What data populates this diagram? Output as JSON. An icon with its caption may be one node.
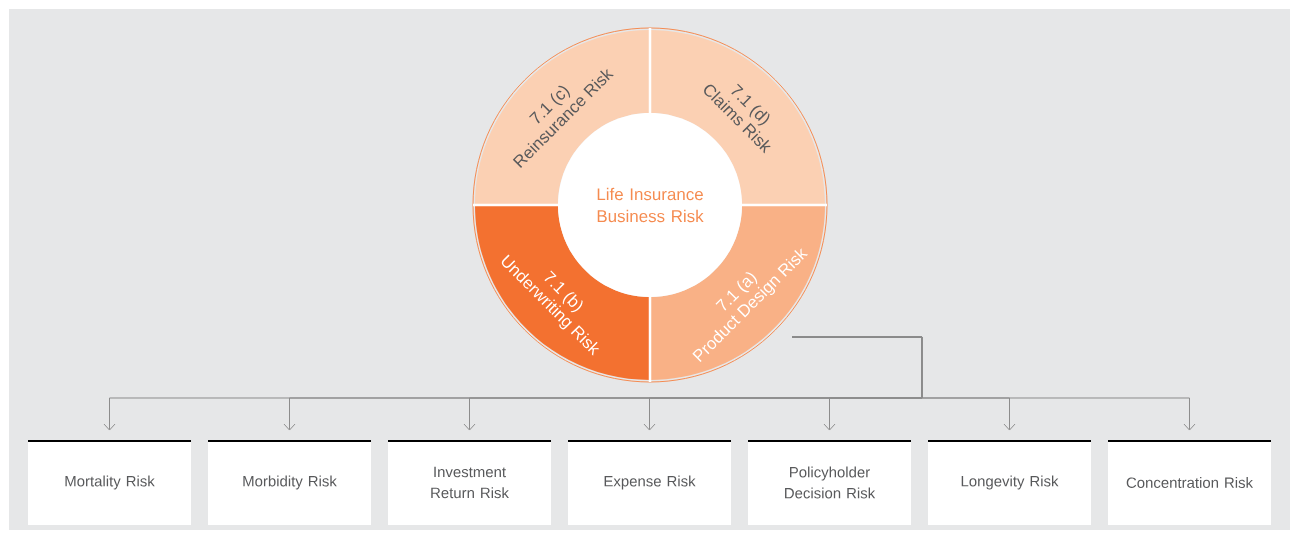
{
  "diagram": {
    "nodes": [
      {
        "text": [
          "Life Insurance Business Risk"
        ]
      },
      {
        "text": [
          "7.1 (c)",
          "Reinsurance Risk"
        ]
      },
      {
        "text": [
          "7.1 (d)",
          "Claims Risk"
        ]
      },
      {
        "text": [
          "7.1 (b)",
          "Underwriting Risk"
        ]
      },
      {
        "text": [
          "7.1 (a)",
          "Product Design Risk"
        ]
      },
      {
        "text": [
          "Mortality Risk"
        ]
      },
      {
        "text": [
          "Morbidity Risk"
        ]
      },
      {
        "text": [
          "Investment Return Risk"
        ]
      },
      {
        "text": [
          "Expense Risk"
        ]
      },
      {
        "text": [
          "Policyholder Decision Risk"
        ]
      },
      {
        "text": [
          "Longevity Risk"
        ]
      },
      {
        "text": [
          "Concentration Risk"
        ]
      }
    ],
    "edges": [
      {
        "from": 4,
        "to": 5,
        "arrow": "to"
      },
      {
        "from": 4,
        "to": 6,
        "arrow": "to"
      },
      {
        "from": 4,
        "to": 7,
        "arrow": "to"
      },
      {
        "from": 4,
        "to": 8,
        "arrow": "to"
      },
      {
        "from": 4,
        "to": 9,
        "arrow": "to"
      },
      {
        "from": 4,
        "to": 10,
        "arrow": "to"
      },
      {
        "from": 4,
        "to": 11,
        "arrow": "to"
      }
    ]
  }
}
